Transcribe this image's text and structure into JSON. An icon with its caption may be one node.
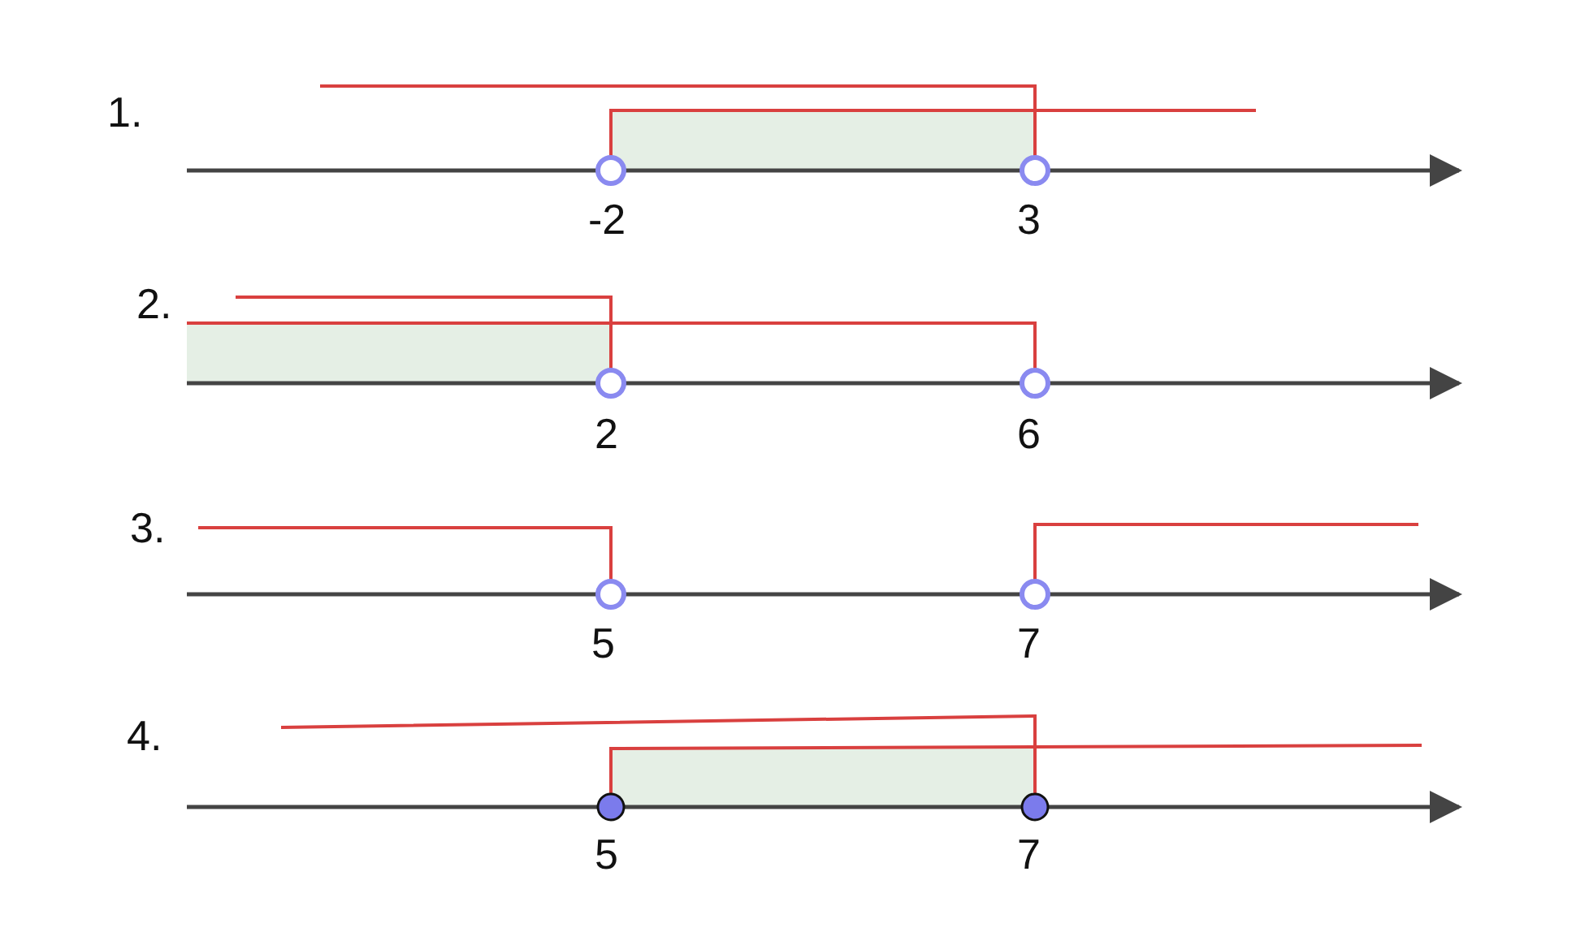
{
  "diagram": {
    "labels": [
      "1.",
      "-2",
      "3",
      "2.",
      "2",
      "6",
      "3.",
      "5",
      "7",
      "4.",
      "5",
      "7"
    ]
  }
}
